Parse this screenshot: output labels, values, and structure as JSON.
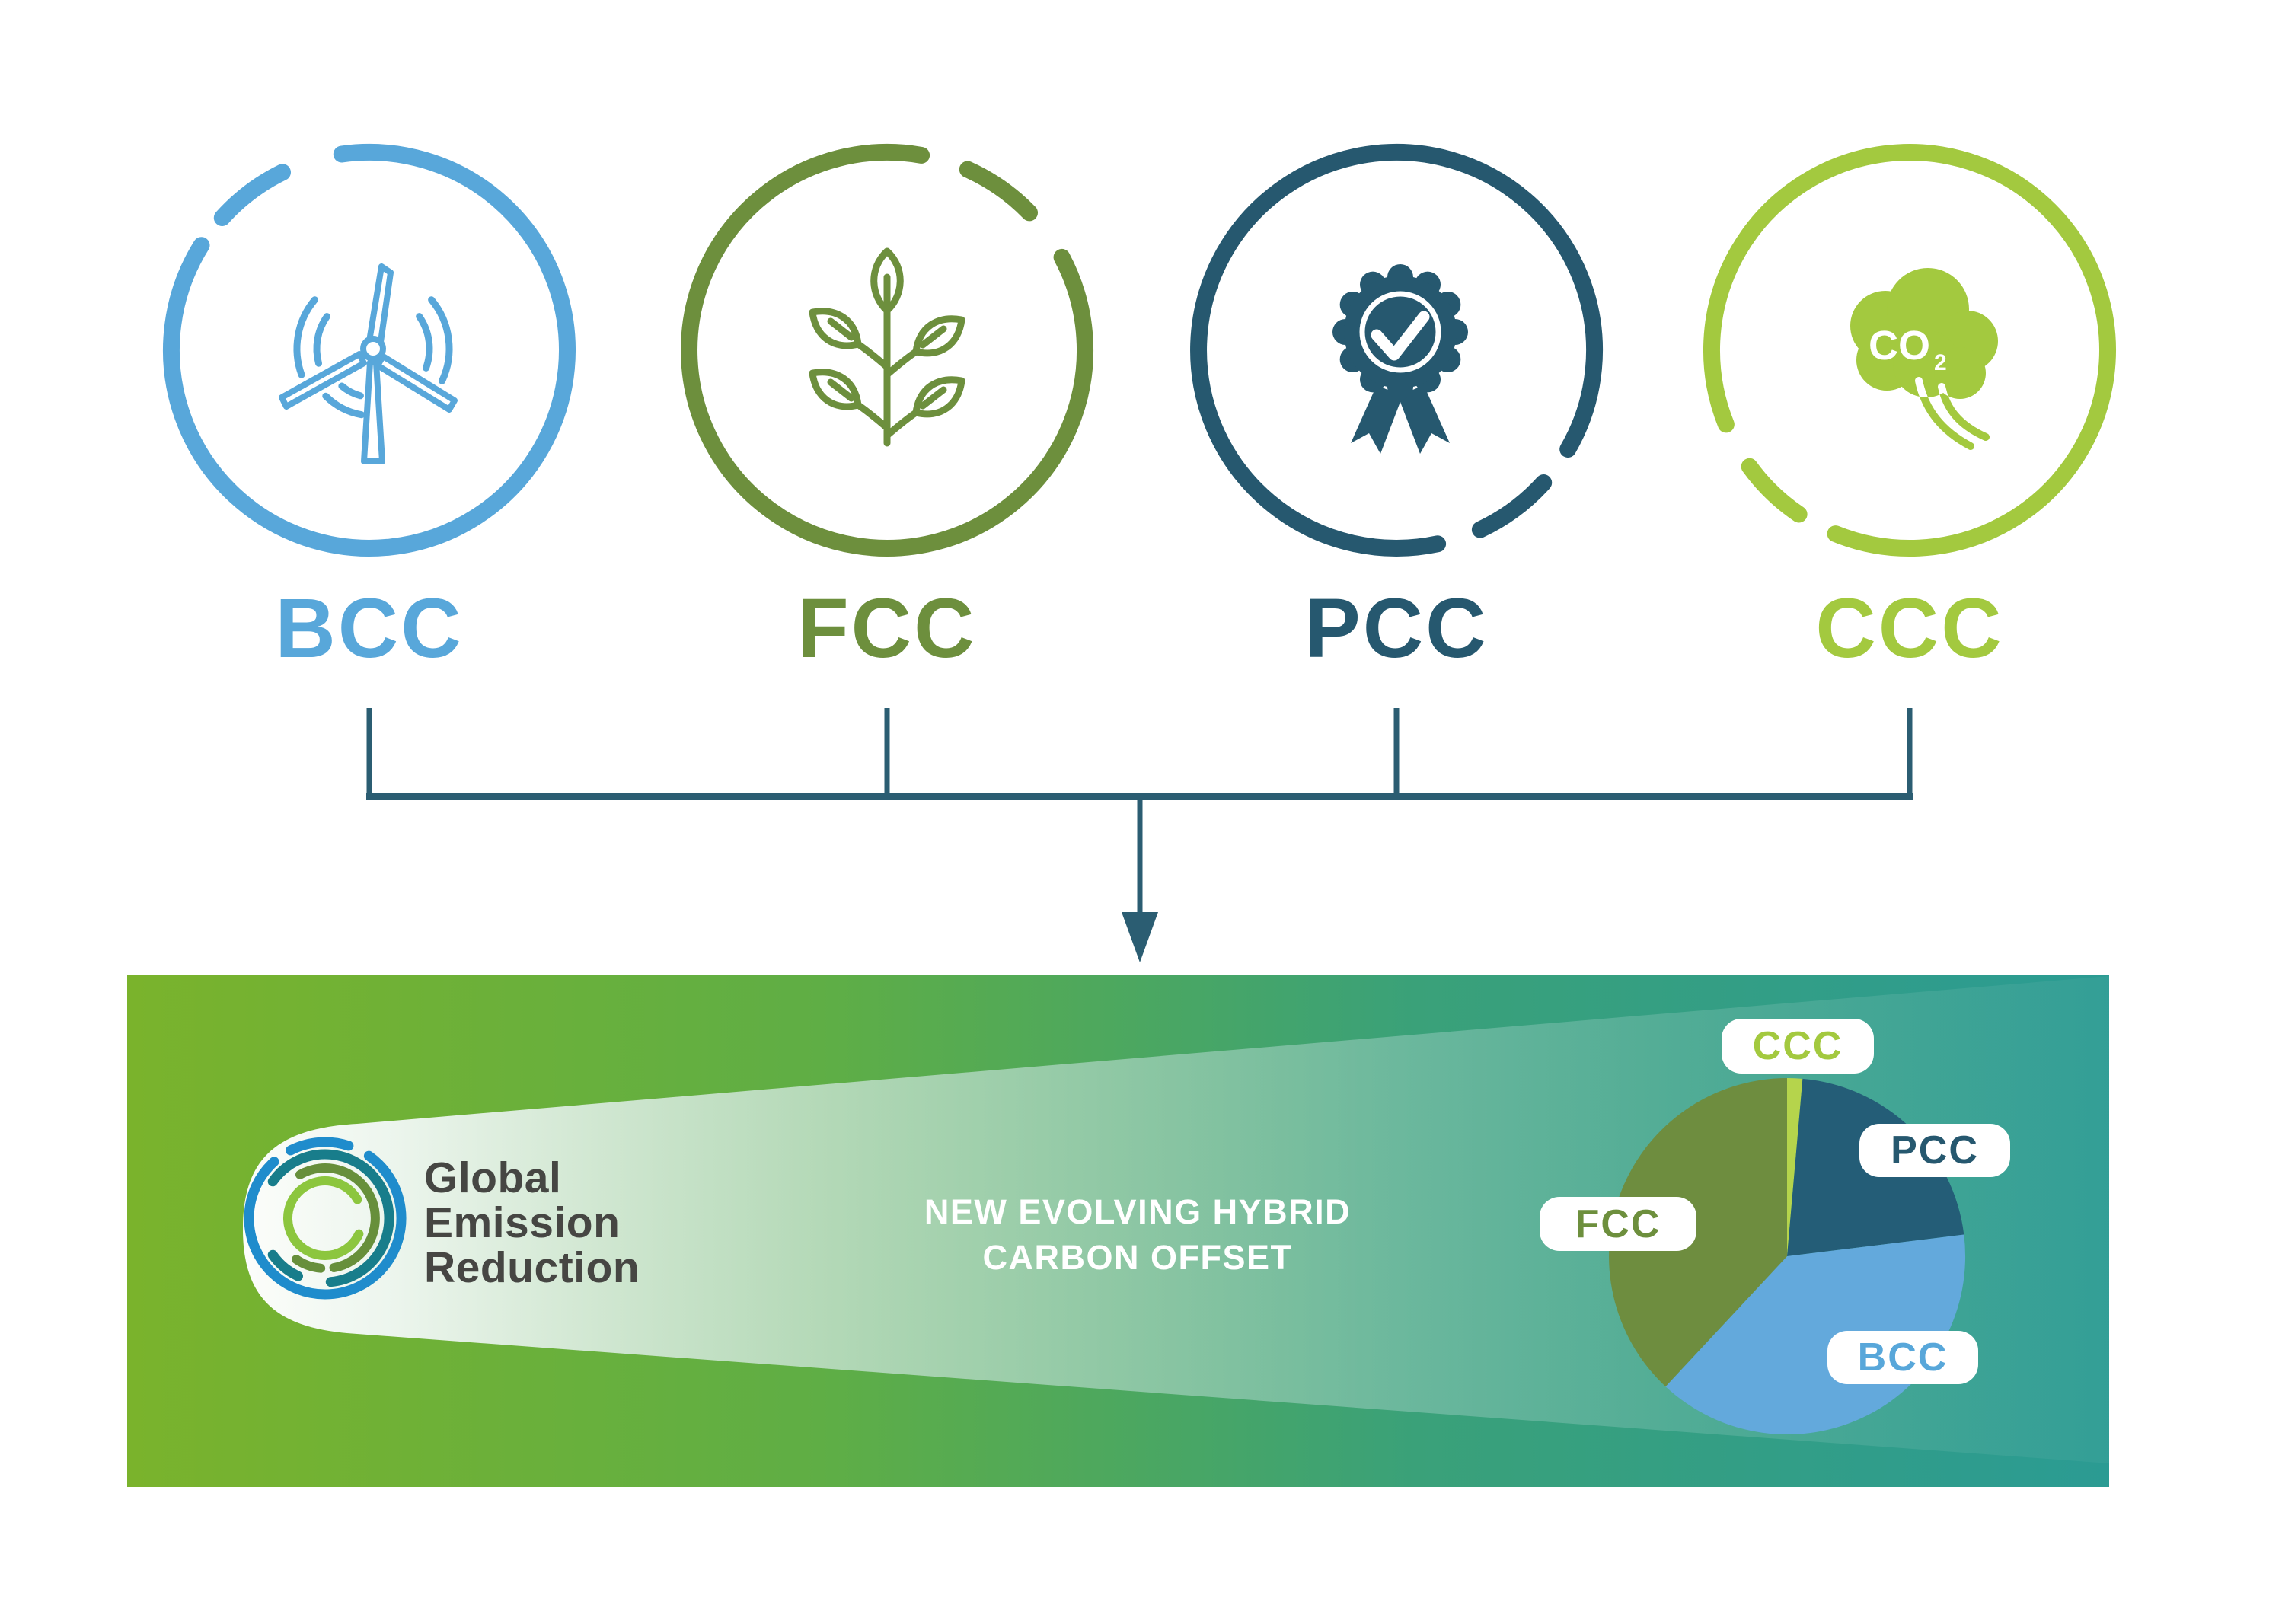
{
  "title": "Carbon credit types combining into New Evolving Hybrid Carbon Offset",
  "credit_types": {
    "items": [
      {
        "label": "BCC",
        "color": "#58a7da",
        "icon": "wind-turbine-icon"
      },
      {
        "label": "FCC",
        "color": "#6d8f3d",
        "icon": "plant-sprig-icon"
      },
      {
        "label": "PCC",
        "color": "#26586f",
        "icon": "award-badge-check-icon"
      },
      {
        "label": "CCC",
        "color": "#a3c93f",
        "icon": "co2-cloud-icon"
      }
    ],
    "co2_text": {
      "main": "CO",
      "sub": "2"
    }
  },
  "connector": {
    "color": "#2b5d72"
  },
  "banner": {
    "bg_gradient": {
      "left": "#7ab32c",
      "right": "#2b9b93"
    },
    "logo": {
      "lines": [
        "Global",
        "Emission",
        "Reduction"
      ],
      "text_color": "#464643",
      "arc_colors": {
        "blue": "#1f8ccc",
        "teal": "#187d8b",
        "olive": "#678f3b",
        "light_green": "#8cc63e"
      }
    },
    "headline": {
      "line1": "NEW EVOLVING HYBRID",
      "line2": "CARBON OFFSET",
      "color": "#ffffff"
    },
    "chips": [
      {
        "label": "CCC",
        "color": "#a3c93f",
        "pos": "chip-ccc"
      },
      {
        "label": "PCC",
        "color": "#26586f",
        "pos": "chip-pcc"
      },
      {
        "label": "FCC",
        "color": "#6d8f3d",
        "pos": "chip-fcc"
      },
      {
        "label": "BCC",
        "color": "#58a7da",
        "pos": "chip-bcc"
      }
    ]
  },
  "chart_data": {
    "type": "pie",
    "title": "New Evolving Hybrid Carbon Offset composition",
    "categories": [
      "CCC",
      "PCC",
      "BCC",
      "FCC"
    ],
    "values": [
      1.4,
      21.7,
      38.9,
      38.0
    ],
    "unit": "percent (estimated from slice angles; no numeric labels printed)",
    "segments": [
      {
        "label": "CCC",
        "start_deg": 0,
        "end_deg": 5,
        "color": "#b5d44c"
      },
      {
        "label": "PCC",
        "start_deg": 5,
        "end_deg": 83,
        "color": "#245d77"
      },
      {
        "label": "BCC",
        "start_deg": 83,
        "end_deg": 223,
        "color": "#63a9dc"
      },
      {
        "label": "FCC",
        "start_deg": 223,
        "end_deg": 360,
        "color": "#6e8d3f"
      }
    ],
    "legend_position": "white label chips around pie (CCC top, PCC upper-right, FCC left, BCC lower-right)"
  }
}
